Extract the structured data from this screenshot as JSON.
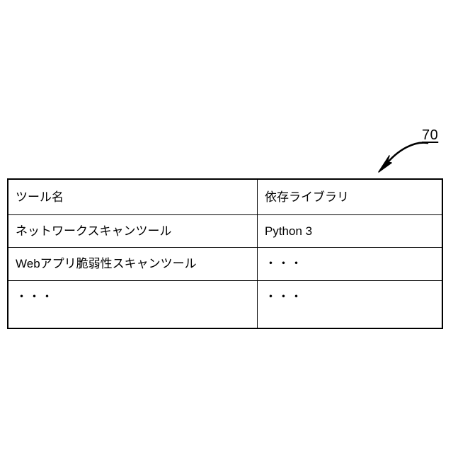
{
  "figure": {
    "reference_numeral": "70",
    "callout_icon": "curved-leader-arrow-icon"
  },
  "table": {
    "columns": [
      {
        "key": "tool_name",
        "header": "ツール名"
      },
      {
        "key": "dependency",
        "header": "依存ライブラリ"
      }
    ],
    "rows": [
      {
        "tool_name": "ネットワークスキャンツール",
        "dependency": "Python 3"
      },
      {
        "tool_name": "Webアプリ脆弱性スキャンツール",
        "dependency": "・・・"
      },
      {
        "tool_name": "・・・",
        "dependency": "・・・"
      }
    ]
  },
  "style": {
    "line_color": "#000000",
    "background_color": "#ffffff"
  }
}
